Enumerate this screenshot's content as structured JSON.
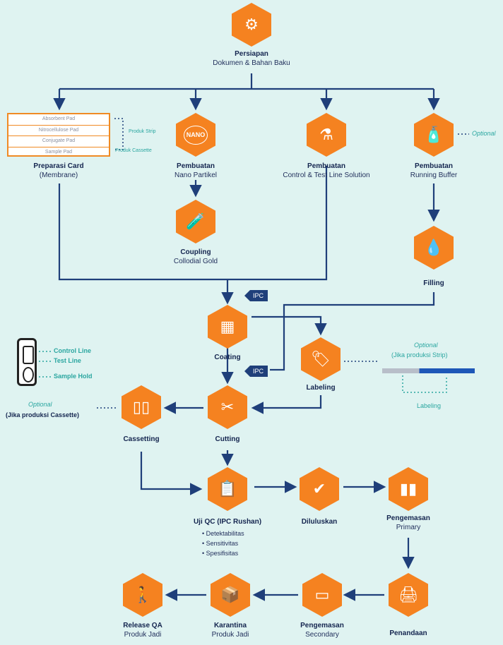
{
  "colors": {
    "hex_fill": "#f58220",
    "line": "#1f3f7a",
    "accent": "#2aa6a0",
    "background": "#dff3f1"
  },
  "steps": {
    "persiapan": {
      "title": "Persiapan",
      "sub": "Dokumen & Bahan Baku",
      "icon": "gear-document-icon"
    },
    "preparasi": {
      "title": "Preparasi Card",
      "sub": "(Membrane)"
    },
    "nano": {
      "title": "Pembuatan",
      "sub": "Nano Partikel",
      "icon": "nano-icon"
    },
    "control": {
      "title": "Pembuatan",
      "sub": "Control & Test Line Solution",
      "icon": "flask-icon"
    },
    "buffer": {
      "title": "Pembuatan",
      "sub": "Running Buffer",
      "icon": "bottle-icon"
    },
    "coupling": {
      "title": "Coupling",
      "sub": "Collodial Gold",
      "icon": "test-tube-icon"
    },
    "filling": {
      "title": "Filling",
      "sub": "",
      "icon": "filling-icon"
    },
    "coating": {
      "title": "Coating",
      "sub": "",
      "icon": "coating-machine-icon"
    },
    "labeling": {
      "title": "Labeling",
      "sub": "",
      "icon": "label-tag-icon"
    },
    "cutting": {
      "title": "Cutting",
      "sub": "",
      "icon": "cutting-machine-icon"
    },
    "cassetting": {
      "title": "Cassetting",
      "sub": "",
      "icon": "cassette-icon"
    },
    "ujiqc": {
      "title": "Uji QC (IPC Rushan)",
      "sub": "",
      "icon": "clipboard-check-icon"
    },
    "diluluskan": {
      "title": "Diluluskan",
      "sub": "",
      "icon": "approved-stamp-icon"
    },
    "primary": {
      "title": "Pengemasan",
      "sub": "Primary",
      "icon": "primary-pack-icon"
    },
    "penandaan": {
      "title": "Penandaan",
      "sub": "",
      "icon": "printer-icon"
    },
    "secondary": {
      "title": "Pengemasan",
      "sub": "Secondary",
      "icon": "box-pack-icon"
    },
    "karantina": {
      "title": "Karantina",
      "sub": "Produk Jadi",
      "icon": "quarantine-box-icon"
    },
    "release": {
      "title": "Release QA",
      "sub": "Produk Jadi",
      "icon": "worker-boxes-icon"
    }
  },
  "card_layers": [
    "Absorbent Pad",
    "Nitrocellulose Pad",
    "Conjugate Pad",
    "Sample Pad"
  ],
  "card_notes": {
    "strip": "Produk Strip",
    "cassette": "Produk Cassette"
  },
  "ipc": "IPC",
  "optional": "Optional",
  "optional_strip": "(Jika produksi Strip)",
  "optional_cassette": "(Jika produksi Cassette)",
  "strip_label": "Labeling",
  "device_labels": [
    "Control Line",
    "Test Line",
    "Sample Hold"
  ],
  "qc_bullets": [
    "Detektabilitas",
    "Sensitivitas",
    "Spesifisitas"
  ]
}
